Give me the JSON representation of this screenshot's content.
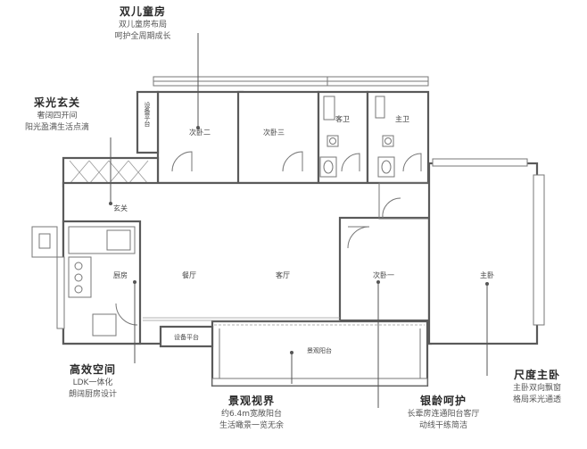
{
  "rooms": {
    "bedroom2": "次卧二",
    "bedroom3": "次卧三",
    "guest_bath": "客卫",
    "master_bath": "主卫",
    "equipment_top": "设备平台",
    "foyer": "玄关",
    "kitchen": "厨房",
    "dining": "餐厅",
    "living": "客厅",
    "bedroom1": "次卧一",
    "master_bedroom": "主卧",
    "equipment_bottom": "设备平台",
    "balcony": "景观阳台"
  },
  "annotations": {
    "kids_room": {
      "title": "双儿童房",
      "lines": [
        "双儿童房布局",
        "呵护全周期成长"
      ]
    },
    "foyer_light": {
      "title": "采光玄关",
      "lines": [
        "奢阔四开间",
        "阳光盈满生活点滴"
      ]
    },
    "efficient_space": {
      "title": "高效空间",
      "lines": [
        "LDK一体化",
        "朗阔厨房设计"
      ]
    },
    "view": {
      "title": "景观视界",
      "lines": [
        "约6.4m宽敞阳台",
        "生活瞰景一览无余"
      ]
    },
    "elderly_care": {
      "title": "银龄呵护",
      "lines": [
        "长辈房连通阳台客厅",
        "动线干练简洁"
      ]
    },
    "master_suite": {
      "title": "尺度主卧",
      "lines": [
        "主卧双向飘窗",
        "格局采光通透"
      ]
    }
  }
}
